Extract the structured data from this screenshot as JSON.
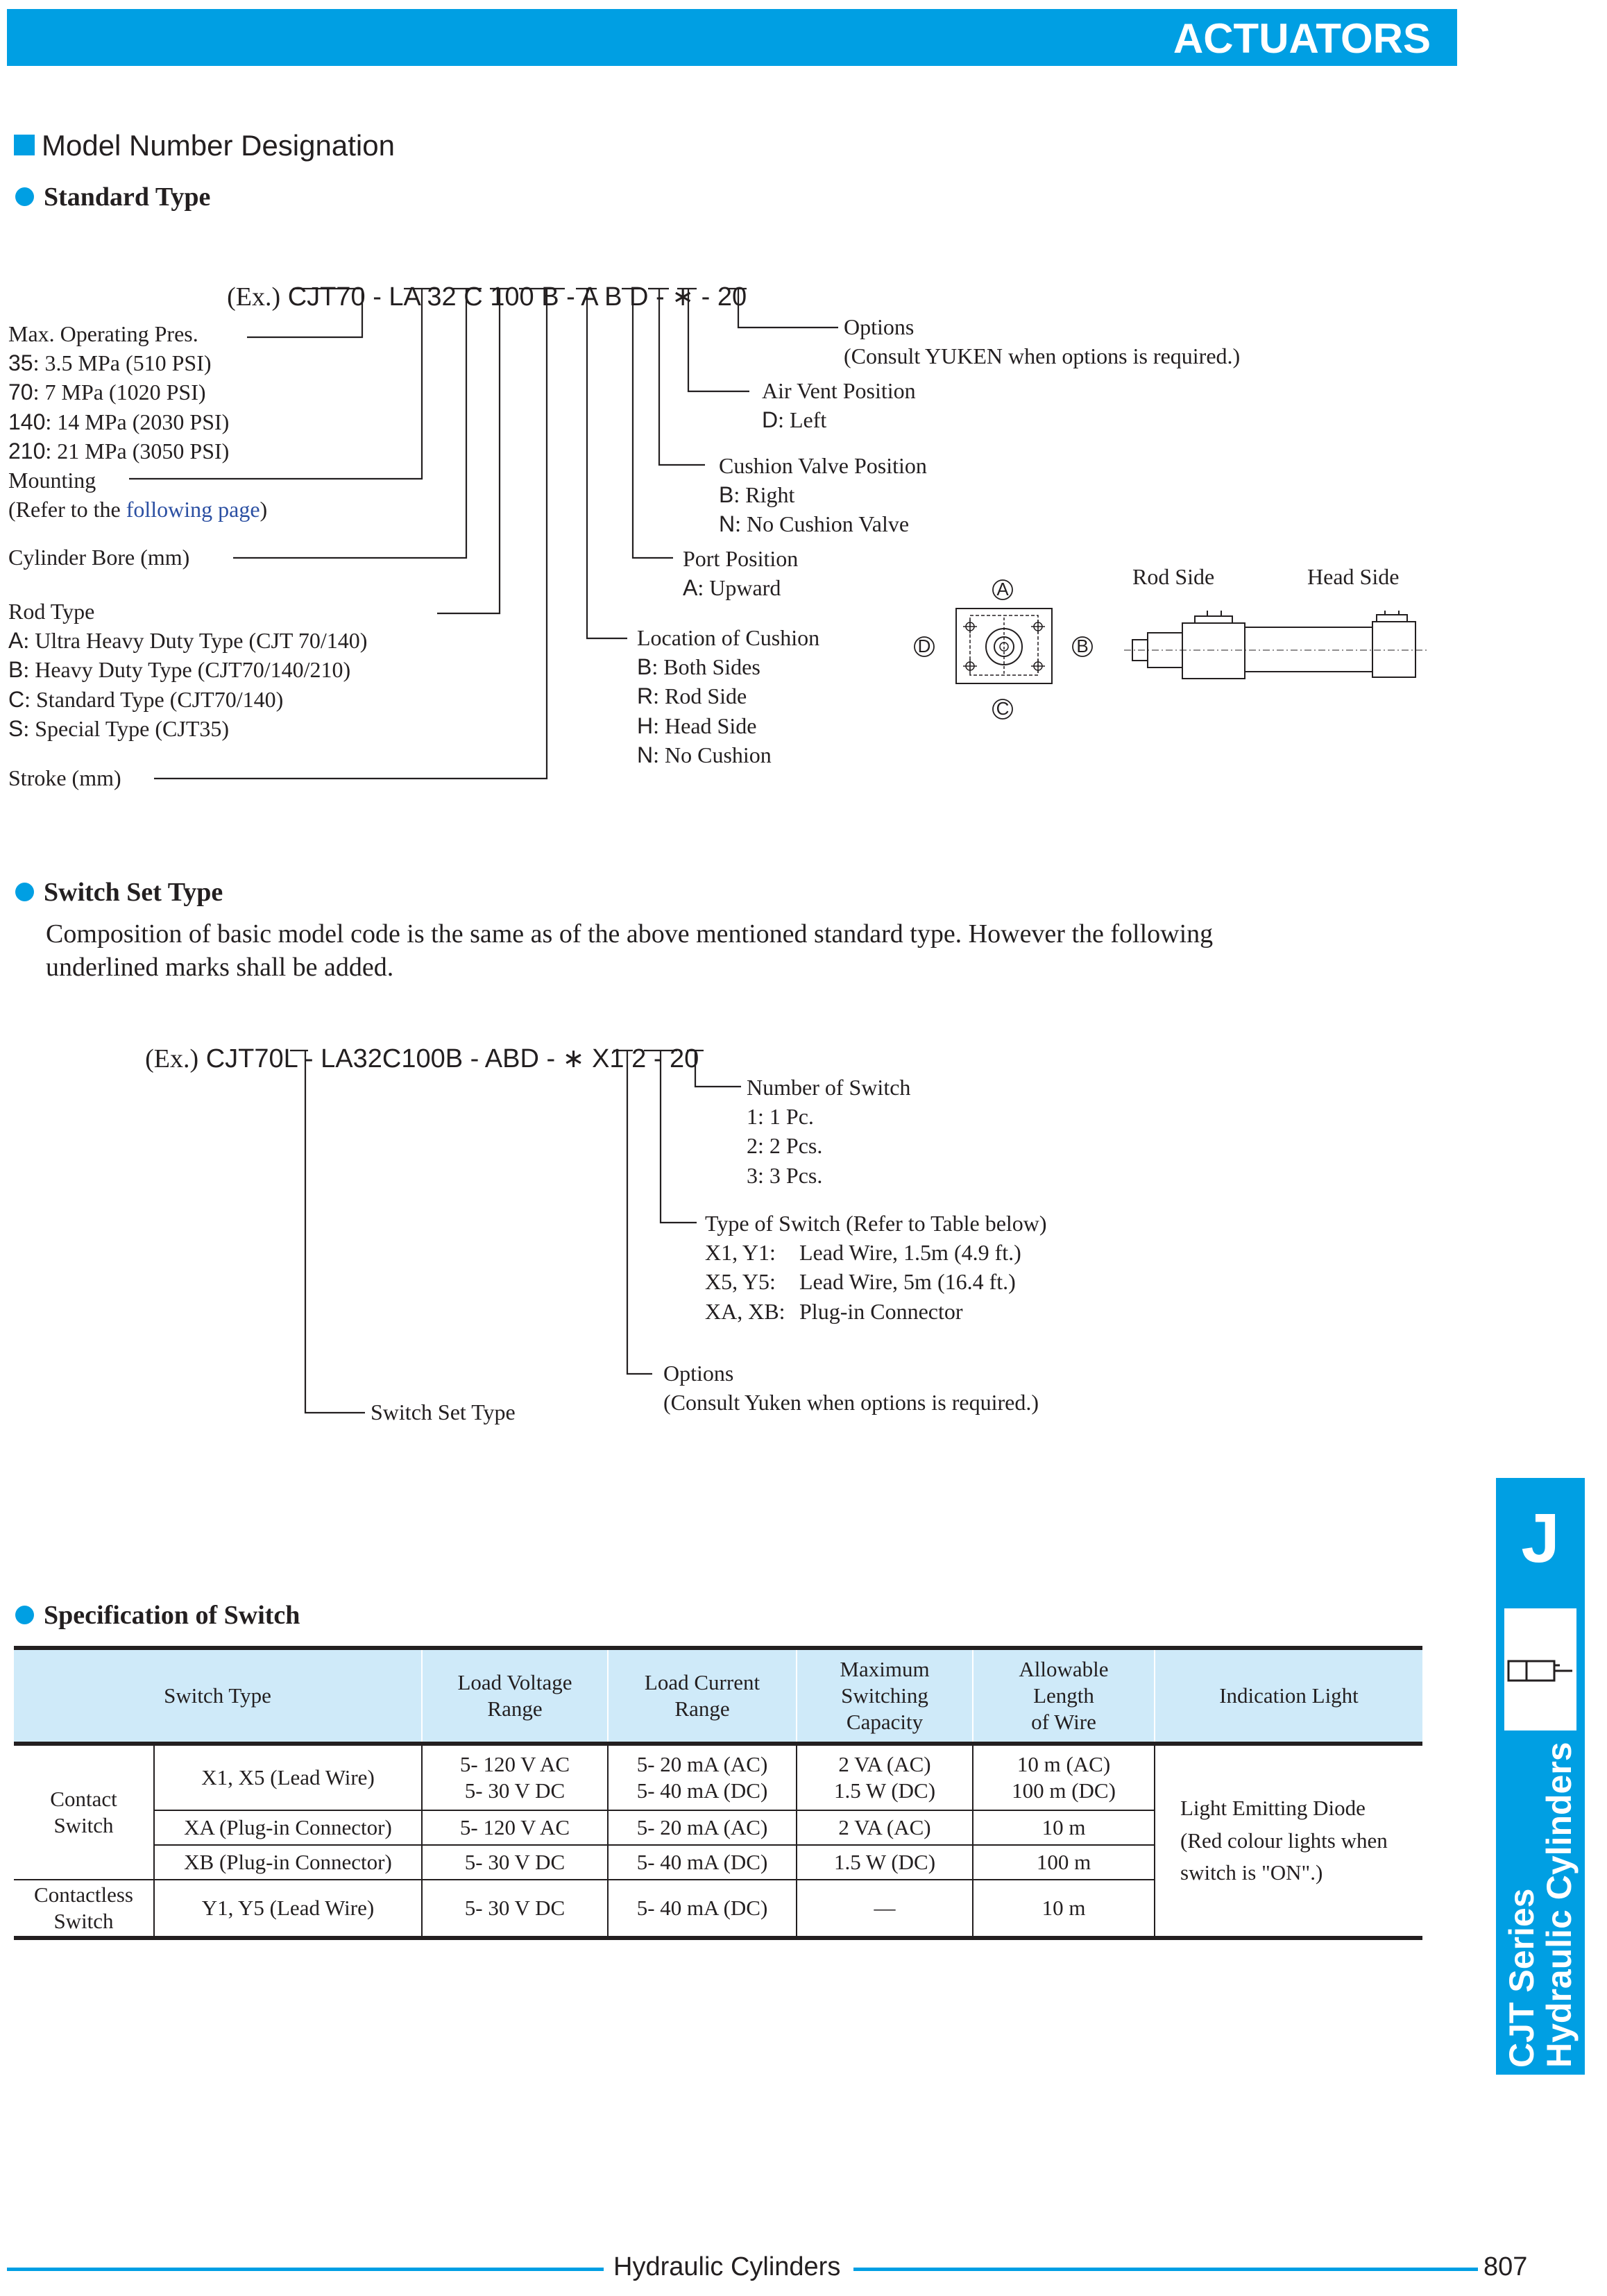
{
  "header": {
    "title": "ACTUATORS"
  },
  "section": {
    "title": "Model Number Designation"
  },
  "standard": {
    "title": "Standard Type",
    "example_prefix": "(Ex.)",
    "code_parts": [
      "CJT70",
      " - ",
      "LA",
      " ",
      "32",
      " ",
      "C",
      " ",
      "100",
      " ",
      "B",
      " - ",
      "A",
      " ",
      "B",
      " ",
      "D",
      " - ",
      "∗",
      " - 20"
    ],
    "max_pres": {
      "label": "Max. Operating Pres.",
      "items": [
        {
          "code": "35",
          "text": ": 3.5 MPa (510 PSI)"
        },
        {
          "code": "70",
          "text": ": 7 MPa (1020 PSI)"
        },
        {
          "code": "140",
          "text": ": 14 MPa (2030 PSI)"
        },
        {
          "code": "210",
          "text": ": 21 MPa (3050 PSI)"
        }
      ]
    },
    "mounting": {
      "label": "Mounting",
      "note_prefix": "(Refer to the ",
      "note_link": "following page",
      "note_suffix": ")"
    },
    "bore": {
      "label": "Cylinder Bore (mm)"
    },
    "rod": {
      "label": "Rod Type",
      "items": [
        {
          "code": "A",
          "text": ": Ultra Heavy Duty Type (CJT 70/140)"
        },
        {
          "code": "B",
          "text": ": Heavy Duty Type (CJT70/140/210)"
        },
        {
          "code": "C",
          "text": ": Standard Type (CJT70/140)"
        },
        {
          "code": "S",
          "text": ": Special Type (CJT35)"
        }
      ]
    },
    "stroke": {
      "label": "Stroke (mm)"
    },
    "options": {
      "label": "Options",
      "note": "(Consult YUKEN when options is required.)"
    },
    "air_vent": {
      "label": "Air Vent Position",
      "code": "D",
      "text": ": Left"
    },
    "cushion_valve": {
      "label": "Cushion Valve Position",
      "items": [
        {
          "code": "B",
          "text": ": Right"
        },
        {
          "code": "N",
          "text": ": No Cushion Valve"
        }
      ]
    },
    "port": {
      "label": "Port Position",
      "code": "A",
      "text": ": Upward"
    },
    "cushion": {
      "label": "Location of Cushion",
      "items": [
        {
          "code": "B",
          "text": ": Both Sides"
        },
        {
          "code": "R",
          "text": ": Rod Side"
        },
        {
          "code": "H",
          "text": ": Head Side"
        },
        {
          "code": "N",
          "text": ": No Cushion"
        }
      ]
    },
    "diagram": {
      "labels": {
        "a": "A",
        "b": "B",
        "c": "C",
        "d": "D"
      },
      "rod_side": "Rod Side",
      "head_side": "Head Side"
    }
  },
  "switch_set": {
    "title": "Switch Set Type",
    "desc_line1": "Composition of basic model code is the same as of the above mentioned standard type.  However the following",
    "desc_line2": "underlined marks shall be added.",
    "example_prefix": "(Ex.)",
    "code_parts": [
      "CJT70",
      "L",
      " - LA32C100B - ABD - ",
      "∗",
      " ",
      "X1",
      " ",
      "2",
      " - 20"
    ],
    "number": {
      "label": "Number of Switch",
      "items": [
        "1: 1 Pc.",
        "2: 2 Pcs.",
        "3: 3 Pcs."
      ]
    },
    "type": {
      "label": "Type of Switch (Refer to Table below)",
      "items": [
        {
          "code": "X1, Y1:",
          "text": "Lead Wire, 1.5m (4.9 ft.)"
        },
        {
          "code": "X5, Y5:",
          "text": "Lead Wire, 5m (16.4 ft.)"
        },
        {
          "code": "XA, XB:",
          "text": "Plug-in Connector"
        }
      ]
    },
    "options": {
      "label": "Options",
      "note": "(Consult Yuken when options is required.)"
    },
    "set_label": "Switch Set Type"
  },
  "spec": {
    "title": "Specification of Switch",
    "headers": {
      "switch_type": "Switch Type",
      "voltage_1": "Load Voltage",
      "voltage_2": "Range",
      "current_1": "Load Current",
      "current_2": "Range",
      "capacity_1": "Maximum",
      "capacity_2": "Switching",
      "capacity_3": "Capacity",
      "length_1": "Allowable",
      "length_2": "Length",
      "length_3": "of Wire",
      "light": "Indication Light"
    },
    "groups": {
      "contact_1": "Contact",
      "contact_2": "Switch",
      "contactless_1": "Contactless",
      "contactless_2": "Switch"
    },
    "rows": [
      {
        "type": "X1, X5 (Lead Wire)",
        "voltage_1": "5- 120 V AC",
        "voltage_2": "5- 30 V DC",
        "current_1": "5- 20 mA (AC)",
        "current_2": "5- 40 mA (DC)",
        "capacity_1": "2 VA (AC)",
        "capacity_2": "1.5 W (DC)",
        "length_1": "10 m (AC)",
        "length_2": "100 m (DC)"
      },
      {
        "type": "XA (Plug-in Connector)",
        "voltage": "5- 120 V AC",
        "current": "5- 20 mA (AC)",
        "capacity": "2 VA (AC)",
        "length": "10 m"
      },
      {
        "type": "XB (Plug-in Connector)",
        "voltage": "5- 30 V DC",
        "current": "5- 40 mA (DC)",
        "capacity": "1.5 W (DC)",
        "length": "100 m"
      },
      {
        "type": "Y1, Y5 (Lead Wire)",
        "voltage": "5- 30 V DC",
        "current": "5- 40 mA (DC)",
        "capacity": "—",
        "length": "10 m"
      }
    ],
    "light_1": "Light Emitting Diode",
    "light_2": "(Red colour lights when",
    "light_3": "switch is \"ON\".)"
  },
  "side_tab": {
    "letter": "J",
    "line1": "CJT Series",
    "line2": "Hydraulic Cylinders"
  },
  "footer": {
    "text": "Hydraulic Cylinders",
    "page": "807"
  },
  "colors": {
    "accent": "#009fe3",
    "table_header": "#cfeaf9",
    "link": "#2b4fa2"
  }
}
